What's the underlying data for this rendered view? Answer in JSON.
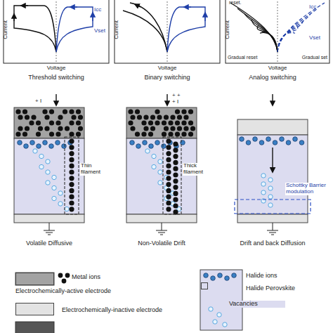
{
  "diagram": {
    "labels": [
      "Current",
      "Icc",
      "Vset",
      "Voltage",
      "Current",
      "Voltage",
      "reset.",
      "Current",
      "Icc",
      "Vset",
      "Gradual reset",
      "Gradual set",
      "Voltage",
      "Threshold switching",
      "Binary switching",
      "Analog switching",
      "+ I",
      "+ +",
      "+ I",
      "Thin filament",
      "Thick filament",
      "Schottky Barrier modulation",
      "Volatile Diffusive",
      "Non-Volatile Drift",
      "Drift and back Diffusion"
    ],
    "legend": [
      {
        "text": "Metal ions"
      },
      {
        "text": "Electrochemically-active electrode",
        "color": "#a3a3a3"
      },
      {
        "text": "Electrochemically-inactive electrode",
        "color": "#e3e3e3"
      },
      {
        "text": "Halide ions"
      },
      {
        "text": "Halide Perovskite",
        "color": "#dcdcf0"
      },
      {
        "text": "Vacancies"
      }
    ]
  }
}
